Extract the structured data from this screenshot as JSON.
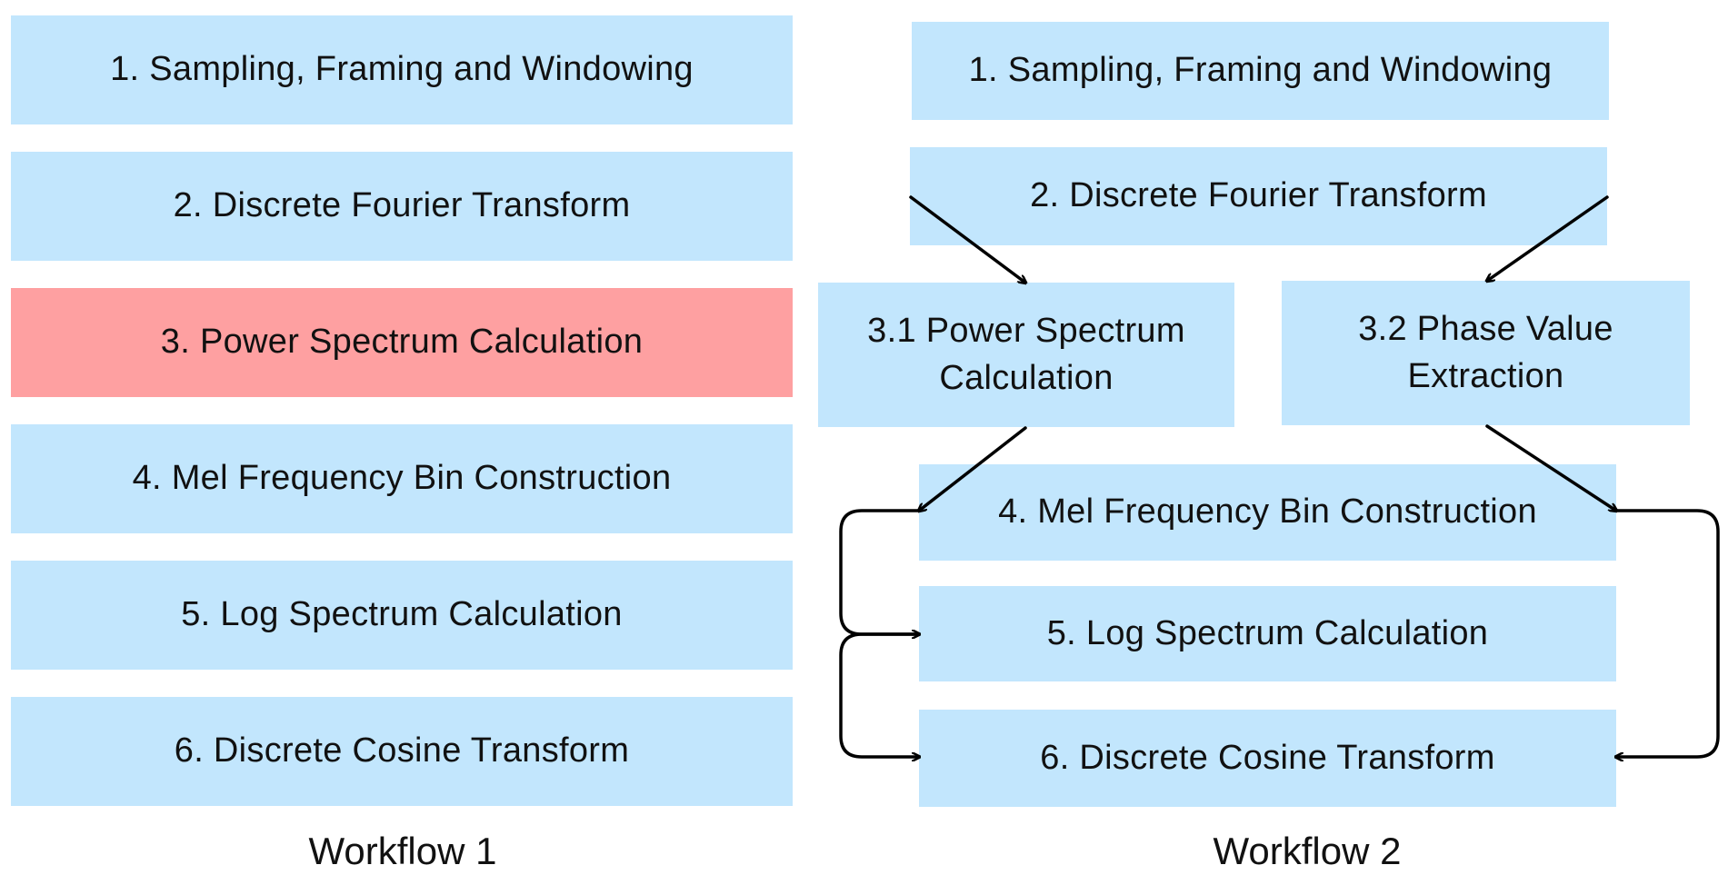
{
  "workflow1": {
    "caption": "Workflow 1",
    "steps": [
      "1. Sampling, Framing and Windowing",
      "2. Discrete Fourier Transform",
      "3. Power Spectrum Calculation",
      "4. Mel Frequency Bin Construction",
      "5. Log Spectrum Calculation",
      "6. Discrete Cosine Transform"
    ],
    "highlighted_step": 3
  },
  "workflow2": {
    "caption": "Workflow 2",
    "step1": "1. Sampling, Framing and Windowing",
    "step2": "2. Discrete Fourier Transform",
    "step3_1_line1": "3.1 Power Spectrum",
    "step3_1_line2": "Calculation",
    "step3_2_line1": "3.2 Phase Value",
    "step3_2_line2": "Extraction",
    "step4": "4. Mel Frequency Bin Construction",
    "step5": "5. Log Spectrum Calculation",
    "step6": "6. Discrete Cosine Transform"
  },
  "colors": {
    "box": "#c2e6fd",
    "highlight": "#fea0a1",
    "arrow": "#000000"
  }
}
